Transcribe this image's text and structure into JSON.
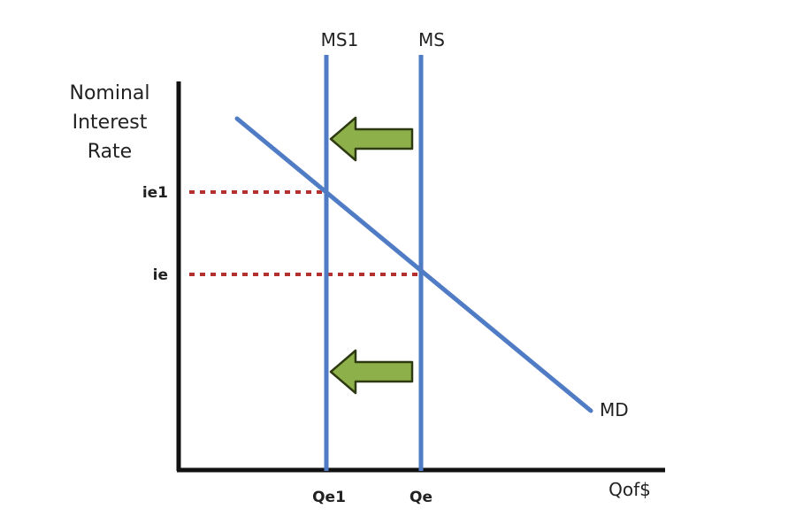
{
  "diagram": {
    "y_axis_label": [
      "Nominal",
      "Interest",
      "Rate"
    ],
    "x_axis_label": "Qof$",
    "curves": {
      "md": "MD",
      "ms": "MS",
      "ms1": "MS1"
    },
    "y_ticks": {
      "ie1": "ie1",
      "ie": "ie"
    },
    "x_ticks": {
      "qe1": "Qe1",
      "qe": "Qe"
    },
    "shift_direction": "left",
    "colors": {
      "axis": "#111111",
      "curve": "#4f7cc4",
      "guide": "#b5312f",
      "arrow_fill": "#8db04a",
      "arrow_stroke": "#2e3a12",
      "text": "#222222"
    }
  }
}
